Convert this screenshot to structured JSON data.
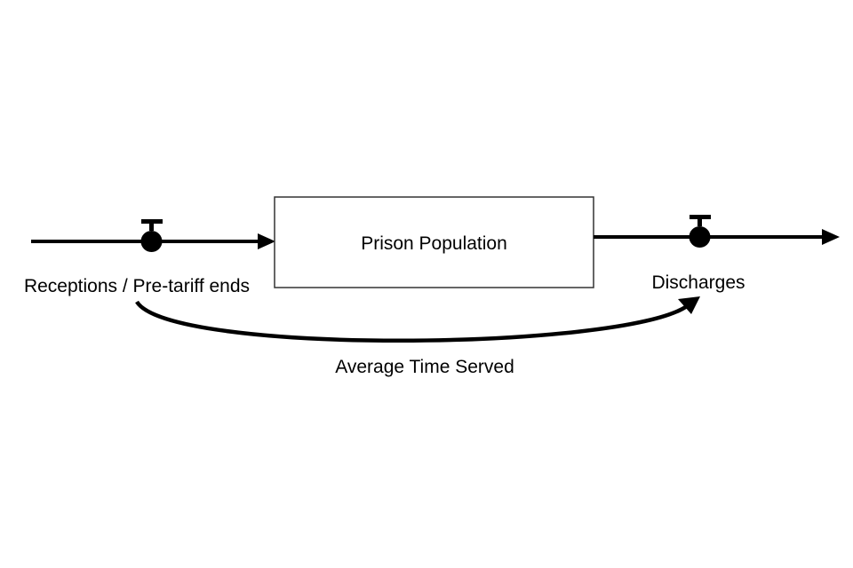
{
  "diagram": {
    "stock": {
      "label": "Prison Population"
    },
    "inflow": {
      "label": "Receptions / Pre-tariff ends"
    },
    "outflow": {
      "label": "Discharges"
    },
    "link": {
      "label": "Average Time Served"
    }
  },
  "colors": {
    "line": "#000000",
    "stock_fill": "#ffffff",
    "stock_border": "#333333"
  }
}
